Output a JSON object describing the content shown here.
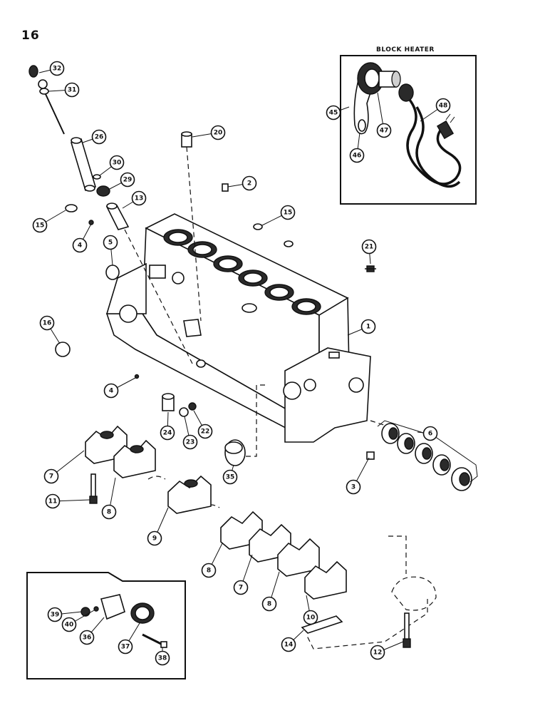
{
  "page_number": "16",
  "inset_block_heater": {
    "title": "BLOCK HEATER"
  },
  "callouts": [
    "1",
    "2",
    "3",
    "4",
    "4",
    "5",
    "6",
    "7",
    "7",
    "8",
    "8",
    "8",
    "9",
    "10",
    "11",
    "12",
    "13",
    "14",
    "15",
    "15",
    "16",
    "20",
    "21",
    "22",
    "23",
    "24",
    "26",
    "29",
    "30",
    "31",
    "32",
    "35",
    "36",
    "37",
    "38",
    "39",
    "40",
    "45",
    "46",
    "47",
    "48"
  ],
  "colors": {
    "ink": "#111111",
    "paper": "#ffffff"
  }
}
